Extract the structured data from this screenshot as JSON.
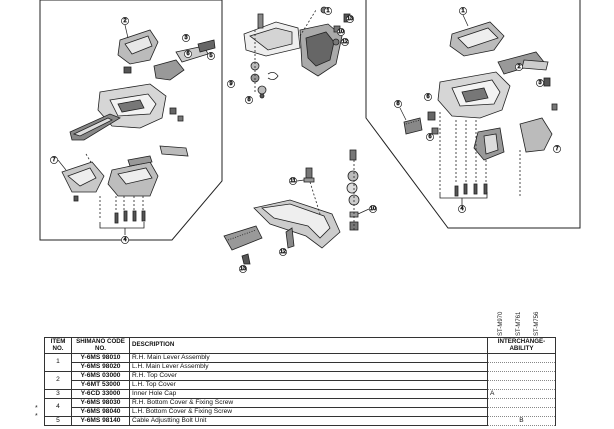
{
  "callouts": [
    "1",
    "2",
    "3",
    "4",
    "5",
    "6",
    "7",
    "8",
    "9",
    "10",
    "11",
    "12",
    "13"
  ],
  "table": {
    "headers": {
      "item_no": "ITEM NO.",
      "code_no": "SHIMANO CODE NO.",
      "description": "DESCRIPTION",
      "interchangeability": "INTERCHANGE- ABILITY"
    },
    "interchange_models": [
      "ST-M970",
      "ST-M761",
      "ST-M756"
    ],
    "rows": [
      {
        "item": "1",
        "code": "Y-6MS 98010",
        "description": "R.H. Main Lever Assembly",
        "mark": "",
        "ic": ""
      },
      {
        "item": "",
        "code": "Y-6MS 98020",
        "description": "L.H. Main Lever Assembly",
        "mark": "",
        "ic": ""
      },
      {
        "item": "2",
        "code": "Y-6MS 03000",
        "description": "R.H. Top Cover",
        "mark": "",
        "ic": ""
      },
      {
        "item": "",
        "code": "Y-6MT 53000",
        "description": "L.H. Top Cover",
        "mark": "",
        "ic": ""
      },
      {
        "item": "3",
        "code": "Y-6CD 33000",
        "description": "Inner Hole Cap",
        "mark": "",
        "ic": "A"
      },
      {
        "item": "4",
        "code": "Y-6MS 98030",
        "description": "R.H. Bottom Cover & Fixing Screw",
        "mark": "*",
        "ic": ""
      },
      {
        "item": "",
        "code": "Y-6MS 98040",
        "description": "L.H. Bottom Cover & Fixing Screw",
        "mark": "*",
        "ic": ""
      },
      {
        "item": "5",
        "code": "Y-6MS 98140",
        "description": "Cable Adjustting Bolt Unit",
        "mark": "",
        "ic": "B"
      }
    ]
  }
}
